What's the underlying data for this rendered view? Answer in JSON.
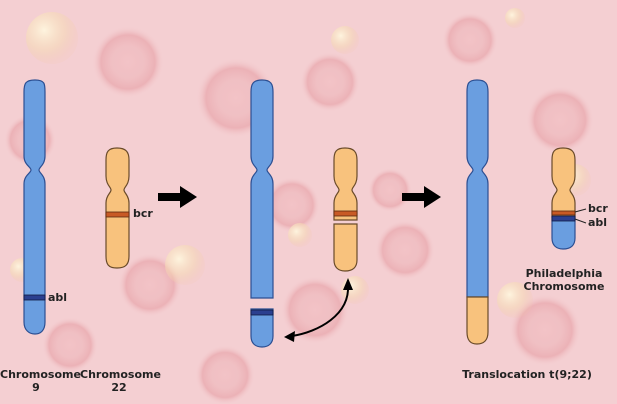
{
  "colors": {
    "background": "#f4cfd2",
    "chr9_fill": "#6a9ee0",
    "chr9_stroke": "#2c4f92",
    "chr22_fill": "#f8c27d",
    "chr22_stroke": "#6a4b2a",
    "bcr_band": "#c85a25",
    "abl_band": "#2b3f8f",
    "arrow": "#000000"
  },
  "labels": {
    "chromosome_9": {
      "line1": "Chromosome",
      "line2": "9"
    },
    "chromosome_22": {
      "line1": "Chromosome",
      "line2": "22"
    },
    "translocation": "Translocation t(9;22)",
    "philadelphia": {
      "line1": "Philadelphia",
      "line2": "Chromosome"
    }
  },
  "genes": {
    "bcr": "bcr",
    "abl": "abl"
  }
}
